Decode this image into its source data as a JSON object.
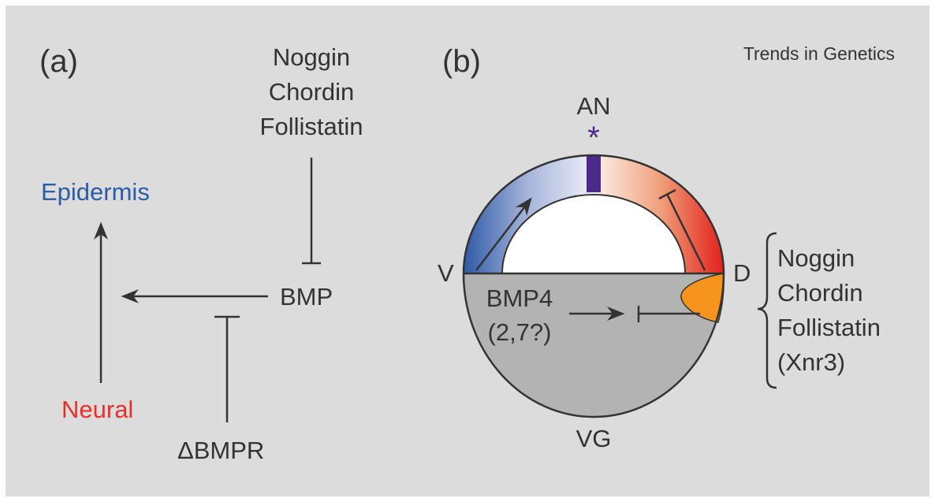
{
  "panel_a": {
    "label": "(a)",
    "inhibitors": [
      "Noggin",
      "Chordin",
      "Follistatin"
    ],
    "epidermis": "Epidermis",
    "neural": "Neural",
    "bmp": "BMP",
    "dbmpr": "ΔBMPR"
  },
  "panel_b": {
    "label": "(b)",
    "credit": "Trends in Genetics",
    "an": "AN",
    "asterisk": "*",
    "v": "V",
    "d": "D",
    "vg": "VG",
    "bmp4_line1": "BMP4",
    "bmp4_line2": "(2,7?)",
    "organizer_factors": [
      "Noggin",
      "Chordin",
      "Follistatin",
      "(Xnr3)"
    ]
  },
  "colors": {
    "background": "#dcdcdc",
    "text": "#333333",
    "epidermis": "#2a5ca8",
    "neural": "#e8302a",
    "ventral_gradient": "#2e5aa6",
    "dorsal_gradient": "#e8302a",
    "animal_pole_bar": "#4b2a8a",
    "organizer": "#f7941d",
    "vegetal": "#b3b3b3"
  }
}
